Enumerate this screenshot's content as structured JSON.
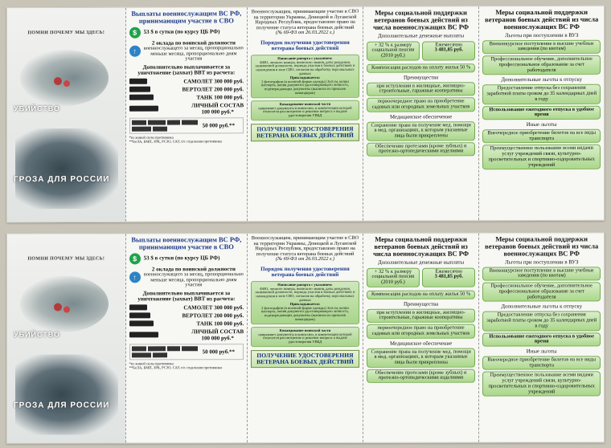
{
  "poster": {
    "title": "ПОМНИ ПОЧЕМУ МЫ ЗДЕСЬ!",
    "label_top": "УБИЙСТВО",
    "label_bottom": "ГРОЗА ДЛЯ РОССИИ"
  },
  "payments": {
    "title": "Выплаты военнослужащим ВС РФ, принимающим участие в СВО",
    "daily": "53 $ в сутки (по курсу ЦБ РФ)",
    "salary_bold": "2 оклада по воинской должности",
    "salary_rest": "военнослужащего за месяц, пропорционально меньше месяца, пропорционально дням участия",
    "capture_title": "Дополнительно выплачивается за уничтожение (захват) ВВТ из расчета:",
    "kills": [
      {
        "name": "САМОЛЕТ",
        "amount": "300 000 руб."
      },
      {
        "name": "ВЕРТОЛЕТ",
        "amount": "200 000 руб."
      },
      {
        "name": "ТАНК",
        "amount": "100 000 руб."
      },
      {
        "name": "ЛИЧНЫЙ СОСТАВ",
        "amount": "100 000 руб.*"
      }
    ],
    "vehicles_amount": "50 000 руб.**",
    "footnote1": "*из живой силы противника",
    "footnote2": "**БеЛА, БМП, ЗРК, РСЗО, САУ, п/с отделения противника"
  },
  "veteran": {
    "intro": "Военнослужащим, принимающим участие в СВО на территории Украины, Донецкой и Луганской Народных Республик, предоставлено право на получение статуса ветерана боевых действий",
    "law": "(№ 69-ФЗ от 26.03.2022 г.)",
    "procedure_title": "Порядок получения удостоверения ветерана боевых действий",
    "box1_title": "Написание рапорта с указанием:",
    "box1_text": "ФИО, личного номера, воинского звания, даты рождения, занимаемой должности, периода участия в боевых действиях и нахождения в зоне СВО, согласия на обработку персональных данных",
    "box1_attach": "Прикладывается:",
    "box1_text2": "2 фотографии (в военной форме одежды) 3х4 см, копии паспорта, копия документа удостоверяющего личность, подтверждающих документы (выписки из приказов командиров)",
    "box2_title": "Командование воинской части",
    "box2_text": "направляет документы в комиссию, в компетенции которой относится рассмотрение и решение вопроса о выдаче удостоверения УВБД",
    "cert": "ПОЛУЧЕНИЕ УДОСТОВЕРЕНИЯ ВЕТЕРАНА БОЕВЫХ ДЕЙСТВИЙ"
  },
  "support1": {
    "title": "Меры социальной поддержки ветеранов боевых действий из числа военнослужащих ВС РФ",
    "monthly_title": "Дополнительные денежные выплаты",
    "box_left": "+ 32 % к размеру социальной пенсии (2010 руб.)",
    "box_right_a": "Ежемесячно",
    "box_right_b": "3 481,85 руб.",
    "housing_comp": "Компенсация расходов на оплату жилья 50 %",
    "pref_title": "Преимущества",
    "pref1": "при вступлении в жилищные, жилищно-строительные, гаражные кооперативы",
    "pref2": "первоочередное право на приобретение садовых или огородных земельных участков",
    "medical_title": "Медицинское обеспечение",
    "med1": "Сохранение права на получение мед. помощи в мед. организациях, к которым указанные лица были прикреплены",
    "med2": "Обеспечение протезами (кроме зубных) и протезно-ортопедическими изделиями"
  },
  "support2": {
    "title": "Меры социальной поддержки ветеранов боевых действий из числа военнослужащих ВС РФ",
    "uni_title": "Льготы при поступлении в ВУЗ",
    "uni1": "Внеконкурсное поступление в высшие учебные заведения (по квотам)",
    "uni2": "Профессиональное обучение, дополнительное профессиональное образование за счет работодателя",
    "vac_title": "Дополнительные льготы к отпуску",
    "vac1": "Предоставление отпуска без сохранения заработной платы сроком до 35 календарных дней в году",
    "vac2": "Использование ежегодного отпуска в удобное время",
    "other_title": "Иные льготы",
    "oth1": "Внеочередное приобретение билетов на все виды транспорта",
    "oth2": "Преимущественное пользование всеми видами услуг учреждений связи, культурно-просветительных и спортивно-оздоровительных учреждений"
  }
}
